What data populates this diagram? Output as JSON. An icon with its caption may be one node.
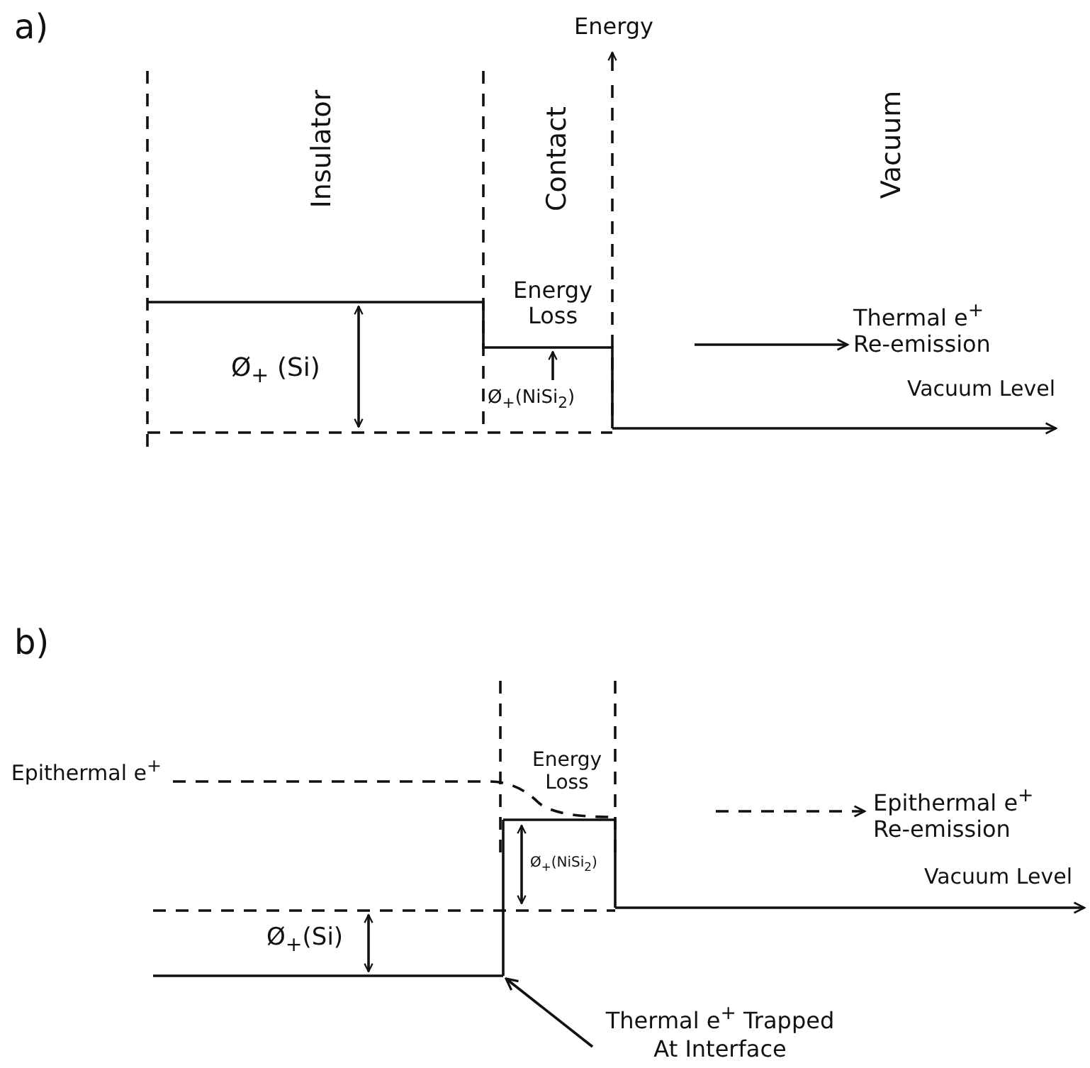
{
  "diagram": {
    "nodes": [
      {
        "text": [
          "Thermal e$^{+}$ Trapped At Interface"
        ]
      },
      {
        "text": [],
        "shape": "line"
      }
    ],
    "edges": [
      {
        "from": 0,
        "to": 1,
        "arrow": "to"
      }
    ],
    "labels": [
      "a)",
      "Energy",
      "Insulator",
      "Contact",
      "Vacuum",
      "Energy Loss",
      "Thermal e$^{+}$ Re-emission",
      "Ø$_{+}$ (Si)",
      "Ø$_{+}$(NiSi$_{2}$)",
      "Vacuum Level",
      "b)",
      "Epithermal e$^{+}$",
      "Energy Loss",
      "Epithermal e$^{+}$ Re-emission",
      "Ø$_{+}$(NiSi$_{2}$)",
      "Vacuum Level",
      "Ø$_{+}$(Si)"
    ]
  }
}
